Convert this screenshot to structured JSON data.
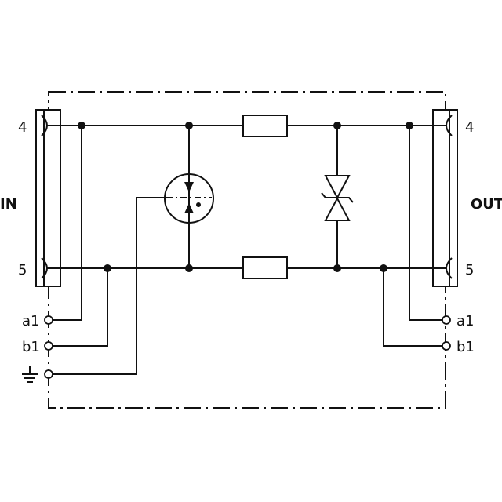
{
  "left": {
    "side_label": "IN",
    "pin_top": "4",
    "pin_bottom": "5",
    "term_a": "a1",
    "term_b": "b1",
    "ground_icon": "ground-icon"
  },
  "right": {
    "side_label": "OUT",
    "pin_top": "4",
    "pin_bottom": "5",
    "term_a": "a1",
    "term_b": "b1"
  },
  "components": {
    "gas_discharge_tube": "gas-discharge-tube-icon",
    "resistor_top": "resistor-icon",
    "resistor_bottom": "resistor-icon",
    "tvs_diode": "bidirectional-tvs-diode-icon"
  }
}
